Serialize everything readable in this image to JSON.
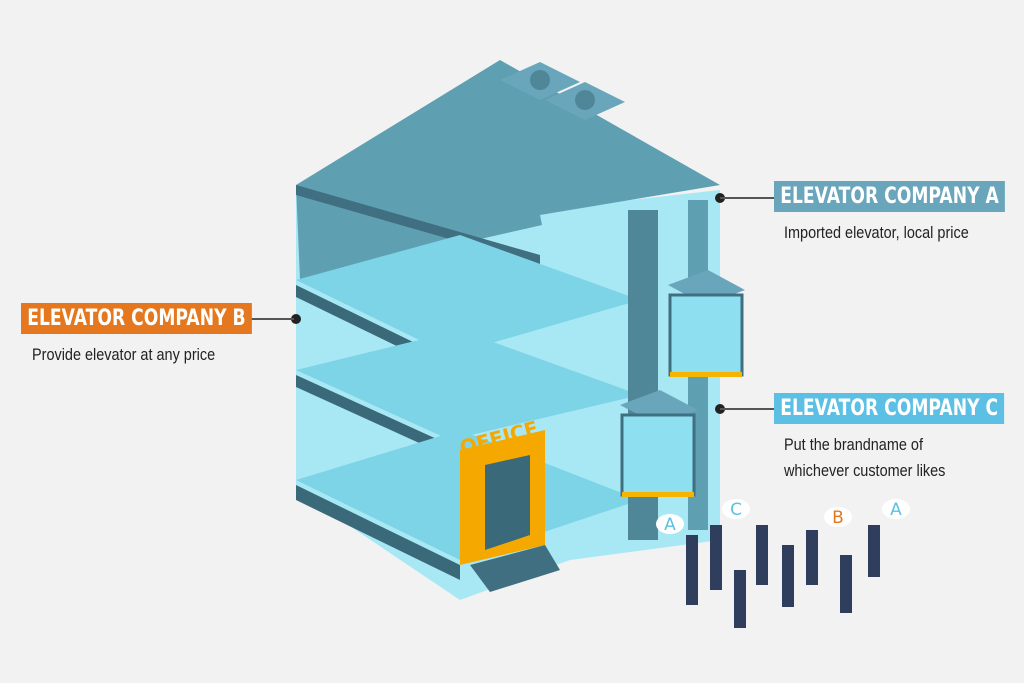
{
  "callouts": [
    {
      "title": "ELEVATOR COMPANY A",
      "description": "Imported elevator, local price",
      "color": "#6aa6bb"
    },
    {
      "title": "ELEVATOR COMPANY B",
      "description": "Provide elevator at any price",
      "color": "#e5781e"
    },
    {
      "title": "ELEVATOR COMPANY C",
      "description_lines": [
        "Put the brandname of",
        "whichever customer likes"
      ],
      "color": "#5bc0e3"
    }
  ],
  "building": {
    "sign": "OFFICE"
  },
  "speech_bubbles": [
    "A",
    "C",
    "B",
    "A"
  ]
}
